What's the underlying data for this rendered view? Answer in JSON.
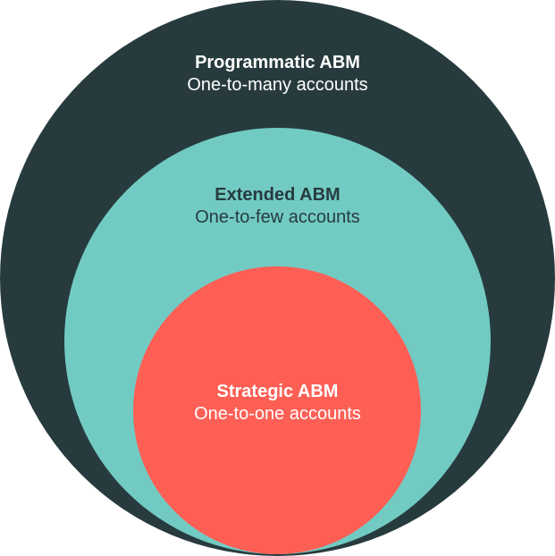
{
  "layers": [
    {
      "id": "programmatic",
      "title": "Programmatic ABM",
      "subtitle": "One-to-many accounts",
      "fill": "#273b3e",
      "text_color": "#ffffff"
    },
    {
      "id": "extended",
      "title": "Extended ABM",
      "subtitle": "One-to-few accounts",
      "fill": "#72cbc3",
      "text_color": "#273b3e"
    },
    {
      "id": "strategic",
      "title": "Strategic ABM",
      "subtitle": "One-to-one accounts",
      "fill": "#fd5f55",
      "text_color": "#ffffff"
    }
  ]
}
